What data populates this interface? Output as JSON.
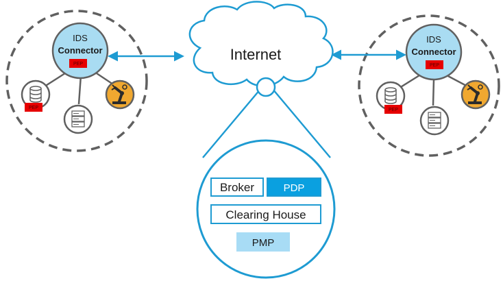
{
  "colors": {
    "accent": "#1e9bd2",
    "connector_fill": "#a9dcf2",
    "pep_red": "#e60000",
    "robot_orange": "#f0a830",
    "pdp_fill": "#0aa0e0",
    "pmp_fill": "#a8dcf5",
    "dashed_border": "#606060"
  },
  "left_node": {
    "ids_label": "IDS",
    "connector_label": "Connector",
    "connector_pep": "PEP",
    "database_pep": "PEP",
    "icons": [
      "database-icon",
      "server-icon",
      "robot-arm-icon"
    ]
  },
  "right_node": {
    "ids_label": "IDS",
    "connector_label": "Connector",
    "connector_pep": "PEP",
    "database_pep": "PEP",
    "icons": [
      "database-icon",
      "server-icon",
      "robot-arm-icon"
    ]
  },
  "internet": {
    "label": "Internet"
  },
  "services": {
    "broker": "Broker",
    "pdp": "PDP",
    "clearing_house": "Clearing House",
    "pmp": "PMP"
  }
}
